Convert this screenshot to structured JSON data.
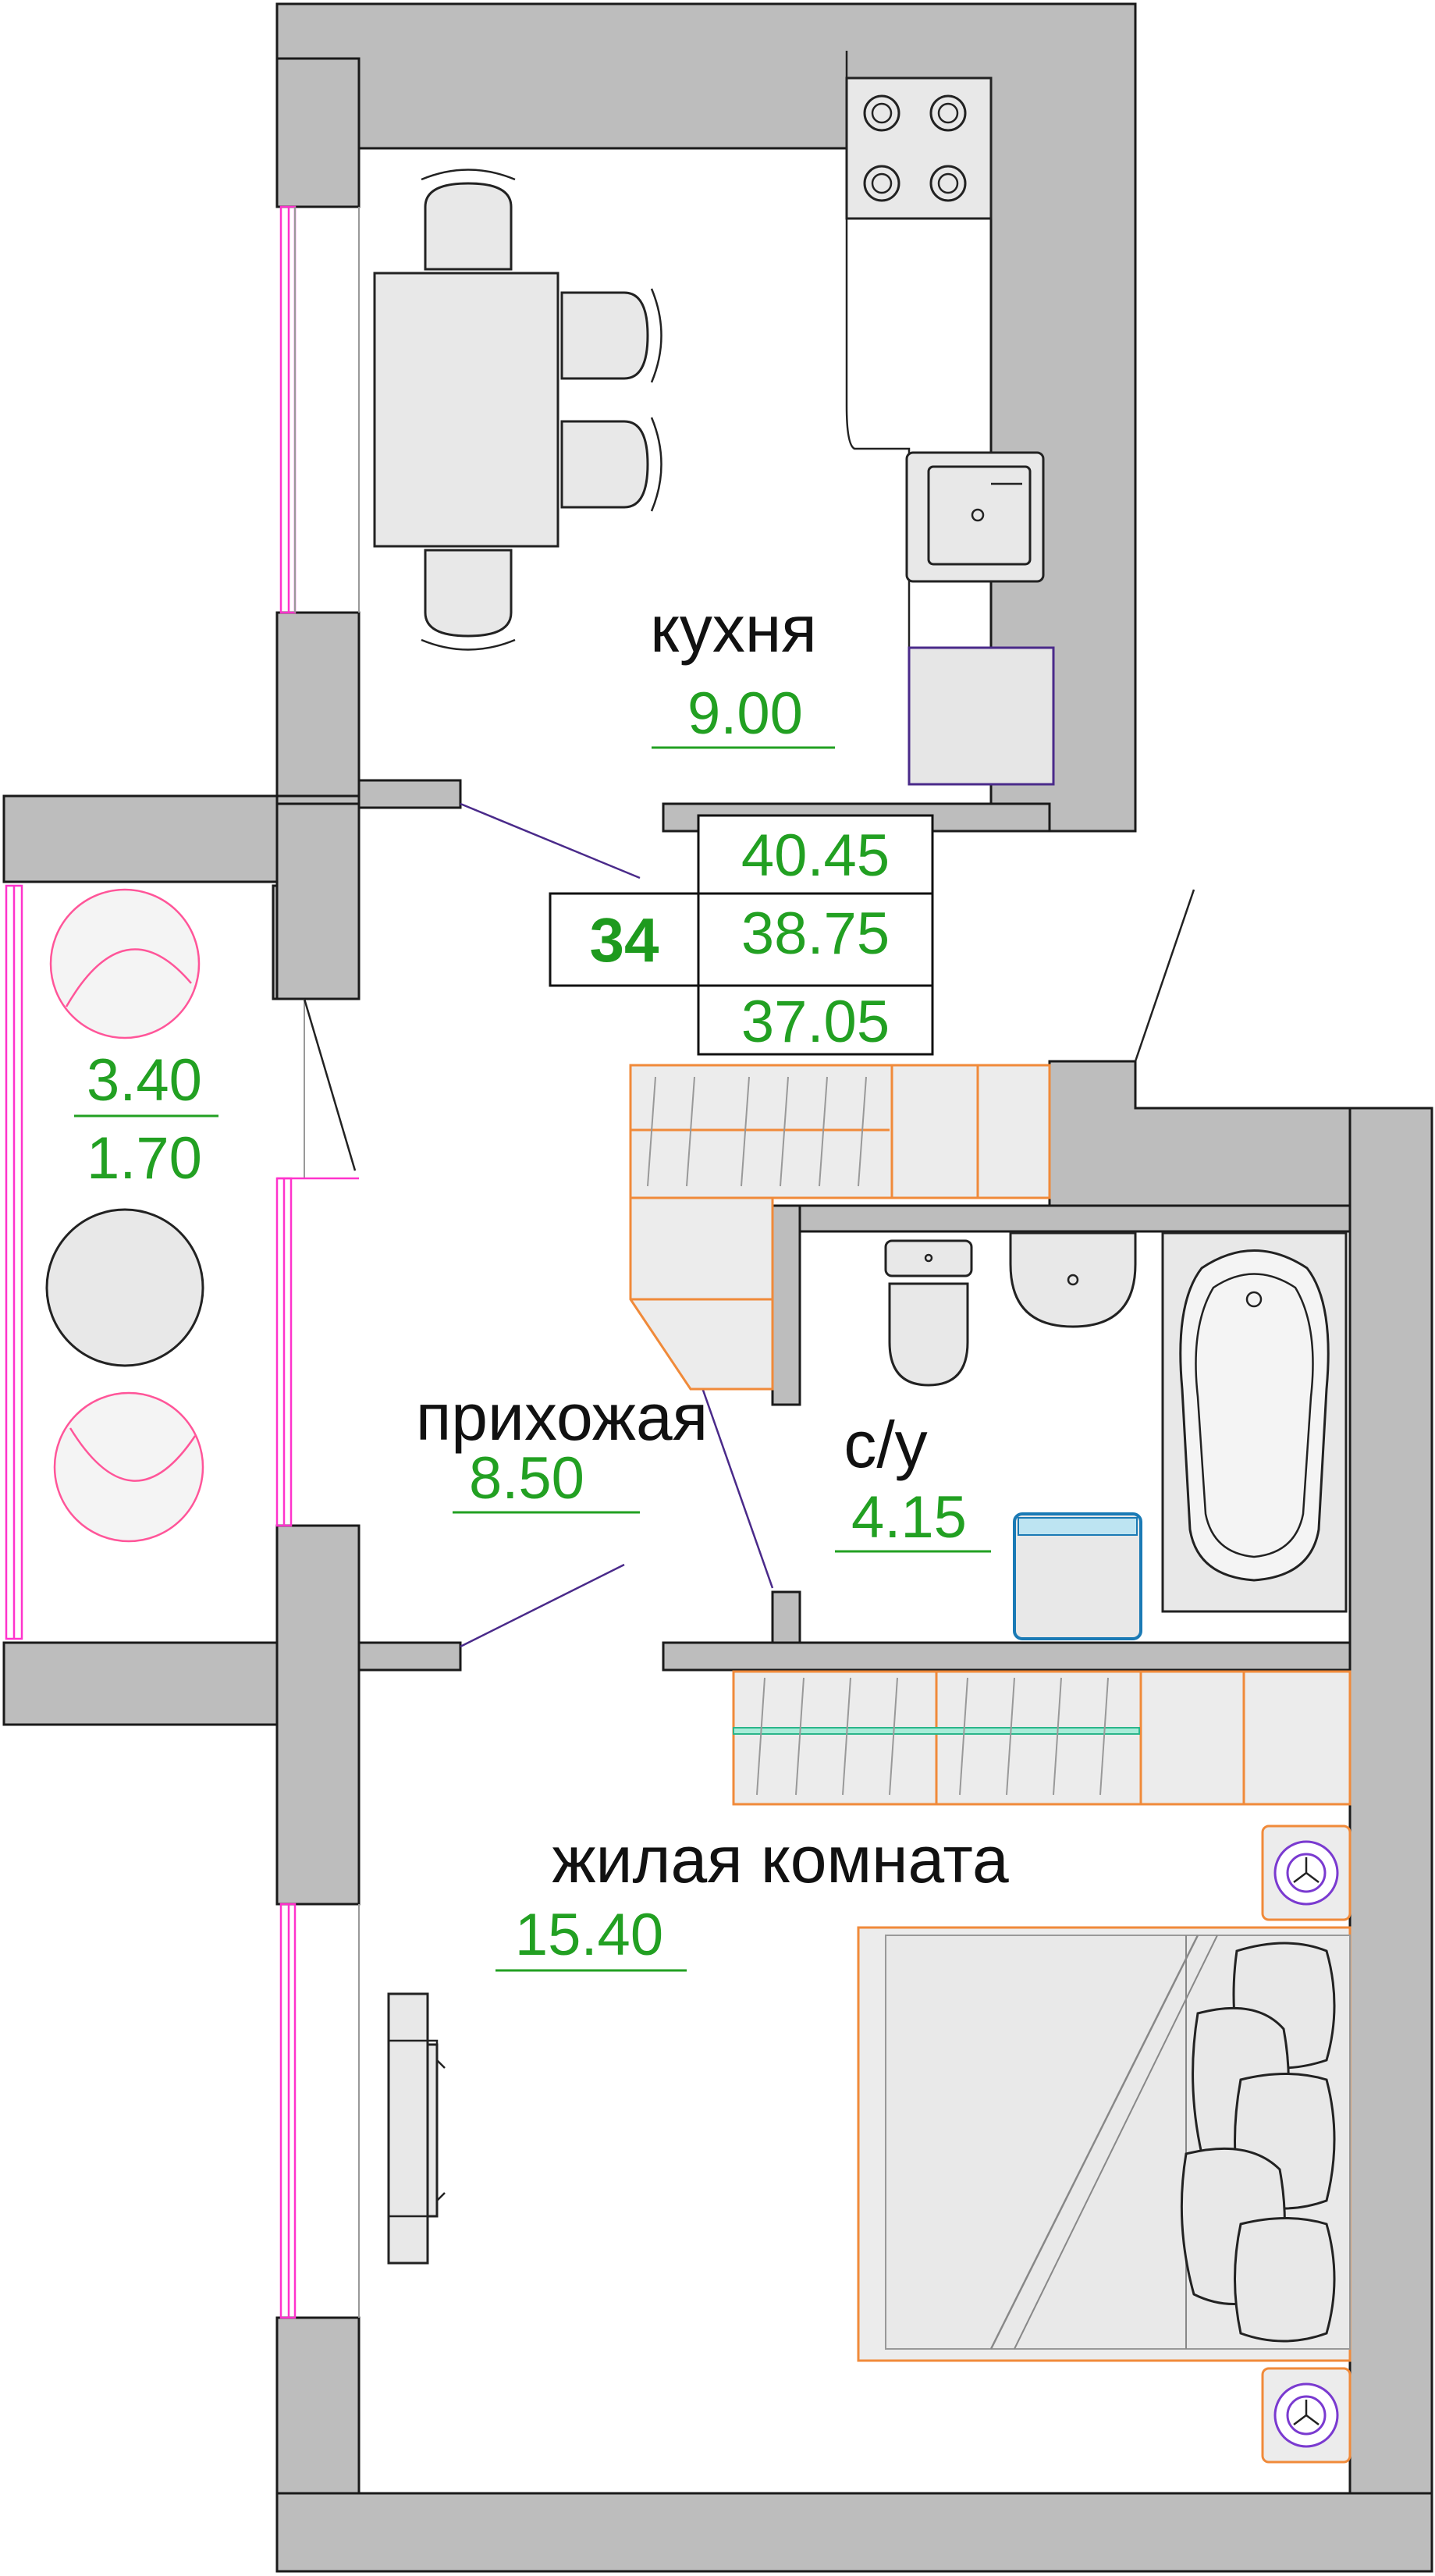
{
  "flat": {
    "number": "34",
    "areas": [
      "40.45",
      "38.75",
      "37.05"
    ]
  },
  "rooms": {
    "kitchen": {
      "name": "кухня",
      "area": "9.00"
    },
    "hall": {
      "name": "прихожая",
      "area": "8.50"
    },
    "bathroom": {
      "name": "с/у",
      "area": "4.15"
    },
    "living": {
      "name": "жилая комната",
      "area": "15.40"
    },
    "balcony": {
      "area_full": "3.40",
      "area_reduced": "1.70"
    }
  },
  "colors": {
    "wall": "#bdbdbd",
    "label_green": "#22a022",
    "window": "#ff33cc",
    "furniture_outline": "#f08a3a",
    "door_line": "#4a2a8a"
  }
}
